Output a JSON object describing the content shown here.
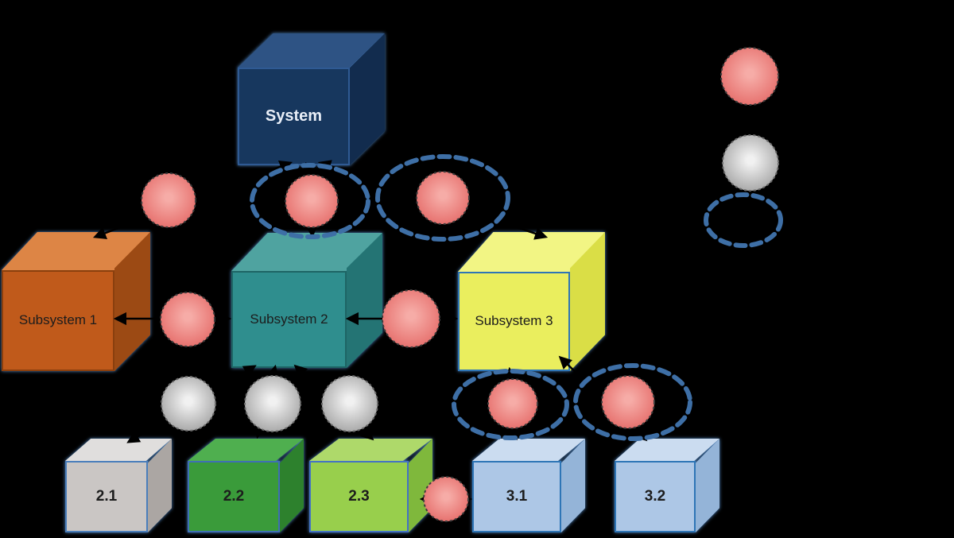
{
  "canvas": {
    "background": "#000000"
  },
  "nodes": [
    {
      "id": "system",
      "label": "System"
    },
    {
      "id": "subsystem-1",
      "label": "Subsystem 1"
    },
    {
      "id": "subsystem-2",
      "label": "Subsystem 2"
    },
    {
      "id": "subsystem-3",
      "label": "Subsystem 3"
    },
    {
      "id": "unit-2-1",
      "label": "2.1"
    },
    {
      "id": "unit-2-2",
      "label": "2.2"
    },
    {
      "id": "unit-2-3",
      "label": "2.3"
    },
    {
      "id": "unit-3-1",
      "label": "3.1"
    },
    {
      "id": "unit-3-2",
      "label": "3.2"
    }
  ],
  "structure": {
    "edges": [
      {
        "from": "System",
        "to": "Subsystem 1"
      },
      {
        "from": "System",
        "to": "Subsystem 2"
      },
      {
        "from": "System",
        "to": "Subsystem 3"
      },
      {
        "from": "Subsystem 1",
        "to": "Subsystem 2"
      },
      {
        "from": "Subsystem 2",
        "to": "Subsystem 3"
      },
      {
        "from": "Subsystem 2",
        "to": "2.1"
      },
      {
        "from": "Subsystem 2",
        "to": "2.2"
      },
      {
        "from": "Subsystem 2",
        "to": "2.3"
      },
      {
        "from": "Subsystem 3",
        "to": "3.1"
      },
      {
        "from": "Subsystem 3",
        "to": "3.2"
      },
      {
        "from": "2.3",
        "to": "3.1"
      }
    ]
  },
  "legend": {
    "items": [
      "red-circle-marker",
      "gray-circle-marker",
      "dashed-ellipse-marker"
    ]
  },
  "colors": {
    "system_front": "#17375e",
    "system_top": "#2e5384",
    "system_side": "#122c4e",
    "system_border": "#2f5a93",
    "system_text": "#e9eff8",
    "sub1_front": "#c05a1b",
    "sub1_top": "#dd8545",
    "sub1_side": "#9c4a14",
    "sub1_border": "#8a3f0e",
    "sub2_front": "#2f8e8e",
    "sub2_top": "#4fa3a0",
    "sub2_side": "#247474",
    "sub2_border": "#1e6565",
    "sub3_front": "#eaee5e",
    "sub3_top": "#f2f584",
    "sub3_side": "#dade46",
    "sub3_border": "#2e75b6",
    "u21_front": "#cac6c4",
    "u21_top": "#e0dedd",
    "u21_side": "#aba6a3",
    "u21_border": "#4a7ebb",
    "u22_front": "#3a9b3a",
    "u22_top": "#4faf4f",
    "u22_side": "#2d812d",
    "u22_border": "#3f6fb5",
    "u23_front": "#98cf4c",
    "u23_top": "#aed96a",
    "u23_side": "#7fb83c",
    "u23_border": "#4472c4",
    "u3x_front": "#adc7e6",
    "u3x_top": "#cbdcf0",
    "u3x_side": "#94b4d8",
    "u3x_border": "#2e75b6",
    "dark_text": "#1c1c1c",
    "red_marker_center": "#f6aca7",
    "red_marker_edge": "#e66f6c",
    "red_marker_ring": "#3c3c3c",
    "gray_marker_center": "#f1f1f1",
    "gray_marker_edge": "#a6a6a6",
    "gray_marker_ring": "#6b6b6b",
    "ellipse_stroke": "#3e6fa6",
    "connector": "#000000"
  }
}
